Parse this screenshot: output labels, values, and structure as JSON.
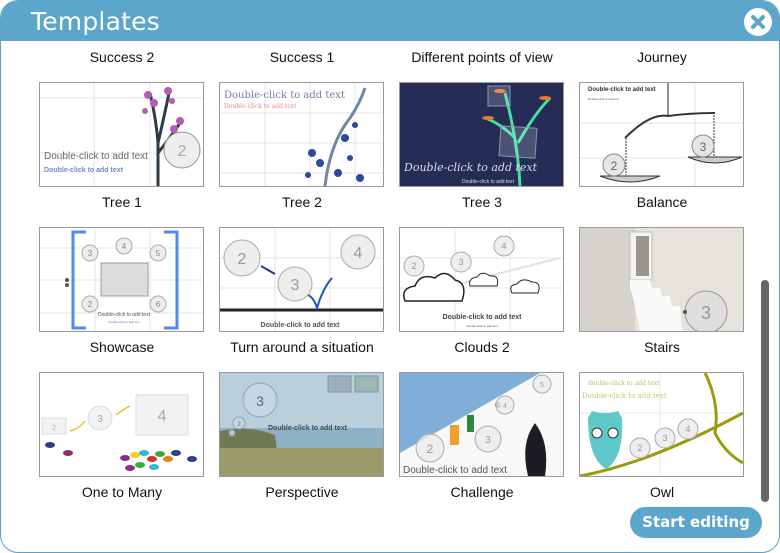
{
  "dialog": {
    "title": "Templates",
    "close_icon": "close-circle-x-icon",
    "start_button": "Start editing",
    "accent_color": "#5ca6cb"
  },
  "top_labels": [
    "Success 2",
    "Success 1",
    "Different points of view",
    "Journey"
  ],
  "templates": [
    {
      "name": "Tree 1",
      "thumb_text": "Double-click to add text",
      "thumb_subtext": "Double-click to add text"
    },
    {
      "name": "Tree 2",
      "thumb_text": "Double-click to add text",
      "thumb_subtext": "Double-click to add text"
    },
    {
      "name": "Tree 3",
      "thumb_text": "Double-click to add text",
      "thumb_subtext": "Double-click to add text"
    },
    {
      "name": "Balance",
      "thumb_text": "Double-click to add text",
      "thumb_subtext": "Double-click to add text"
    },
    {
      "name": "Showcase",
      "thumb_text": "Double-click to add text",
      "thumb_subtext": "Double-click to add text"
    },
    {
      "name": "Turn around a situation",
      "thumb_text": "Double-click to add text"
    },
    {
      "name": "Clouds 2",
      "thumb_text": "Double-click to add text",
      "thumb_subtext": "Double-click to add text"
    },
    {
      "name": "Stairs"
    },
    {
      "name": "One to Many"
    },
    {
      "name": "Perspective",
      "thumb_text": "Double-click to add text"
    },
    {
      "name": "Challenge",
      "thumb_text": "Double-click to add text"
    },
    {
      "name": "Owl",
      "thumb_text": "double-click to add text",
      "thumb_subtext": "Double-click to add text"
    }
  ]
}
